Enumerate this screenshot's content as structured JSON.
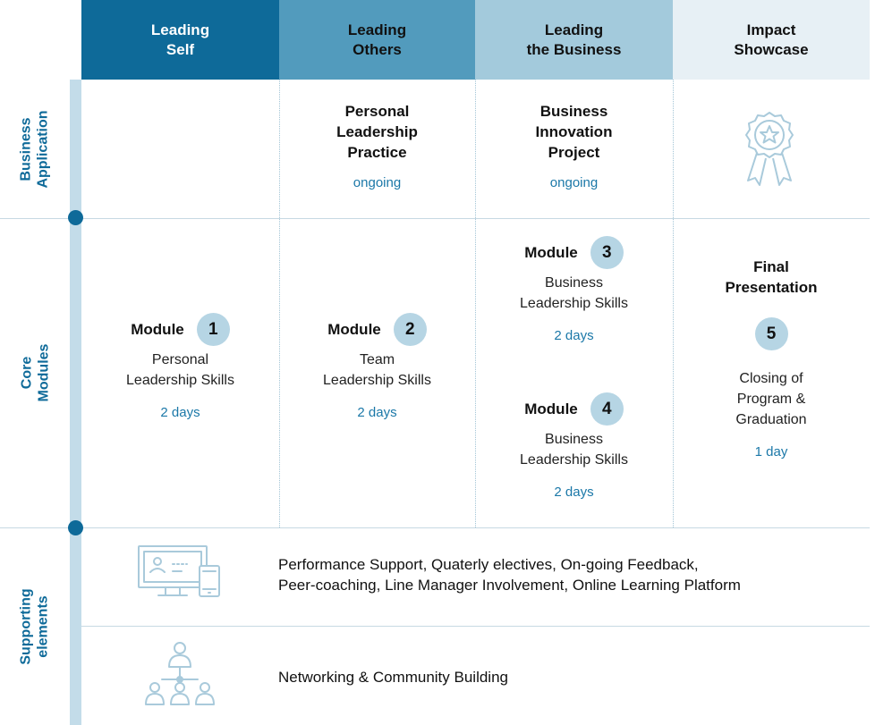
{
  "headers": [
    {
      "line1": "Leading",
      "line2": "Self"
    },
    {
      "line1": "Leading",
      "line2": "Others"
    },
    {
      "line1": "Leading",
      "line2": "the Business"
    },
    {
      "line1": "Impact",
      "line2": "Showcase"
    }
  ],
  "row_labels": {
    "business_application": {
      "line1": "Business",
      "line2": "Application"
    },
    "core_modules": {
      "line1": "Core",
      "line2": "Modules"
    },
    "supporting_elements": {
      "line1": "Supporting",
      "line2": "elements"
    }
  },
  "business_application": {
    "practice": {
      "line1": "Personal",
      "line2": "Leadership",
      "line3": "Practice",
      "duration": "ongoing"
    },
    "project": {
      "line1": "Business",
      "line2": "Innovation",
      "line3": "Project",
      "duration": "ongoing"
    },
    "showcase_icon": "award-ribbon-icon"
  },
  "modules": [
    {
      "label": "Module",
      "number": "1",
      "line1": "Personal",
      "line2": "Leadership Skills",
      "duration": "2 days"
    },
    {
      "label": "Module",
      "number": "2",
      "line1": "Team",
      "line2": "Leadership Skills",
      "duration": "2 days"
    },
    {
      "label": "Module",
      "number": "3",
      "line1": "Business",
      "line2": "Leadership Skills",
      "duration": "2 days"
    },
    {
      "label": "Module",
      "number": "4",
      "line1": "Business",
      "line2": "Leadership Skills",
      "duration": "2 days"
    }
  ],
  "final": {
    "line1": "Final",
    "line2": "Presentation",
    "number": "5",
    "desc1": "Closing of",
    "desc2": "Program &",
    "desc3": "Graduation",
    "duration": "1 day"
  },
  "supporting": {
    "line1": "Performance Support, Quaterly electives, On-going Feedback,",
    "line2": "Peer-coaching, Line Manager Involvement, Online Learning Platform",
    "networking": "Networking & Community Building",
    "icons": [
      "devices-icon",
      "network-people-icon"
    ]
  },
  "colors": {
    "header1": "#0e6a99",
    "header2": "#529bbd",
    "header3": "#a3cadc",
    "header4": "#e7f0f5",
    "accent": "#0e6a99",
    "duration": "#1b78a8",
    "badge": "#b6d5e4",
    "rail": "#c3dce9"
  }
}
